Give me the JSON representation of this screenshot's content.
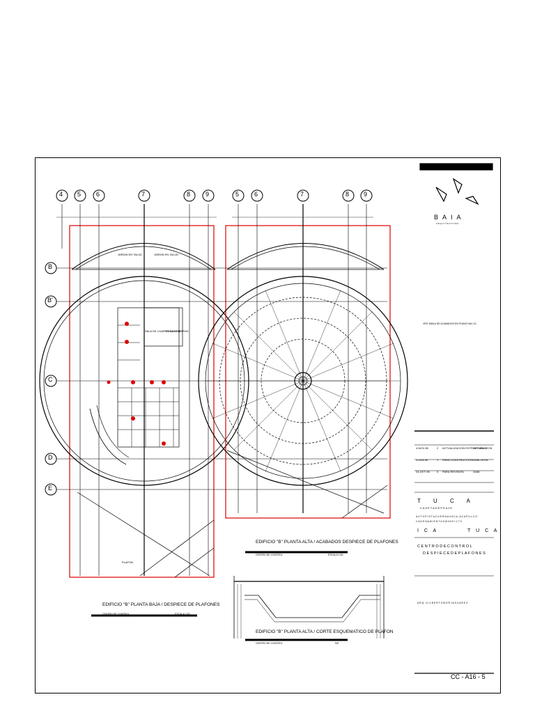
{
  "firm": {
    "name": "B A I A",
    "tagline": "A R Q U I T E C T U R A"
  },
  "grid_labels": {
    "left_top": [
      "4",
      "5",
      "6",
      "7",
      "8",
      "9"
    ],
    "right_top": [
      "5",
      "6",
      "7",
      "8",
      "9"
    ],
    "rows": [
      "B",
      "B'",
      "C",
      "D",
      "E"
    ]
  },
  "plans": {
    "lower": {
      "title": "EDIFICIO \"B\" PLANTA BAJA / DESPIECE DE PLAFONES",
      "subtitle": "CENTRO DE CONTROL",
      "scale": "ESCALA 1:50",
      "rooms": [
        "JARDIN EN TALUD",
        "JARDIN EN TALUD",
        "SALA DE CUARTO DE COMPRAS",
        "VIGILANCIA",
        "PLAFON"
      ]
    },
    "upper": {
      "title": "EDIFICIO \"B\" PLANTA ALTA / ACABADOS DESPIECE DE PLAFONES",
      "subtitle": "CENTRO DE CONTROL",
      "scale": "ESCALA 1:50"
    },
    "section": {
      "title": "EDIFICIO \"B\" PLANTA ALTA / CORTE ESQUEMATICO DE PLAFON",
      "subtitle": "CENTRO DE CONTROL",
      "scale": "S/E"
    }
  },
  "notes": {
    "table_title": "VER TABLA DE ACABADOS EN PLANO HAC-01"
  },
  "revisions": [
    {
      "date": "4-NOV-96",
      "num": "2",
      "desc": "ACTUALIZACION ESTRUCTURAS",
      "by": "GH SAN LEON"
    },
    {
      "date": "4-JUN-96",
      "num": "1",
      "desc": "PARA CONSTRUCCION",
      "by": "GABI LEON"
    },
    {
      "date": "24-OCT-95",
      "num": "0",
      "desc": "PARA REVISION",
      "by": "GABI"
    }
  ],
  "project": {
    "name": "T U C A",
    "detail1": "C A S E T A   D E   P E A J E",
    "detail2": "A U T O P I S T A    C U E R N A V A C A - A C A P U L C O",
    "detail3": "C A D E N A M I E N T O   K M   3 6 9 + 2 7 0",
    "location_left": "I C A",
    "location_right": "T U C A",
    "plan_name_1": "C E N T R O   D E   C O N T R O L",
    "plan_name_2": "D E S P I E C E   D E   P L A F O N E S",
    "architect": "A R Q .   G I L B E R T O   B O R J A   S U A R E Z"
  },
  "sheet_number": "CC - A16 - 5"
}
